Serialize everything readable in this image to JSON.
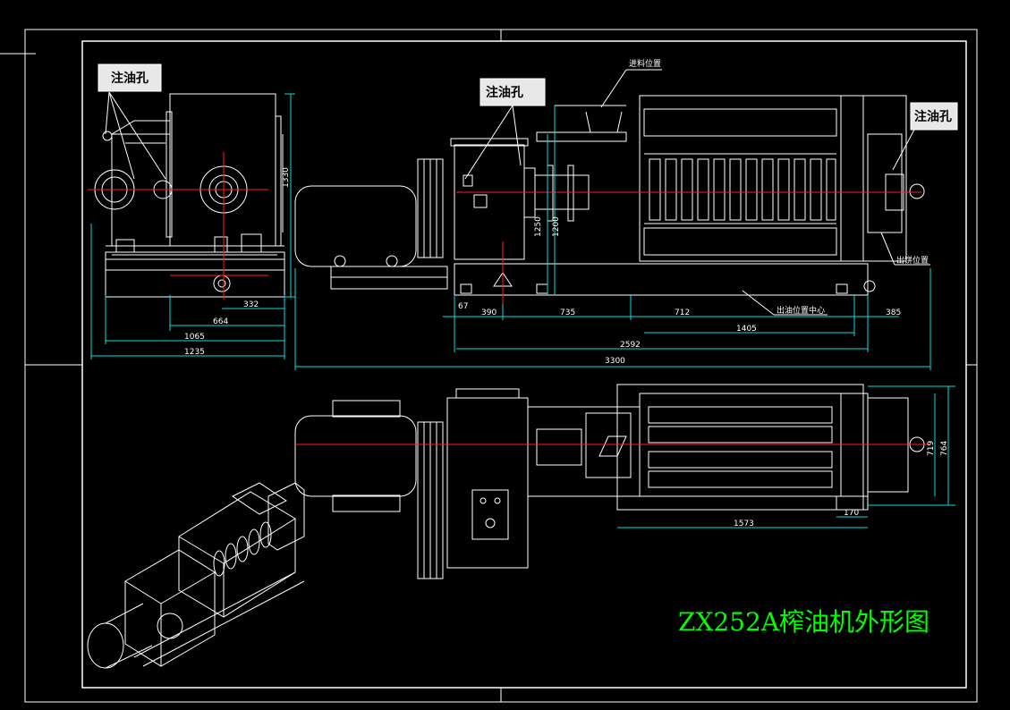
{
  "drawing": {
    "title": "ZX252A榨油机外形图",
    "callouts": {
      "oil_hole_left": "注油孔",
      "oil_hole_middle": "注油孔",
      "oil_hole_right": "注油孔"
    },
    "annotations": {
      "feed_position": "进料位置",
      "cake_position": "出饼位置",
      "oil_outlet_center": "出油位置中心"
    },
    "dimensions": {
      "side_332": "332",
      "side_664": "664",
      "side_1065": "1065",
      "side_1235": "1235",
      "side_height_1330": "1330",
      "front_67": "67",
      "front_390": "390",
      "front_735": "735",
      "front_712": "712",
      "front_385": "385",
      "front_1405": "1405",
      "front_2592": "2592",
      "front_3300": "3300",
      "front_h_1250": "1250",
      "front_h_1200": "1200",
      "top_1573": "1573",
      "top_170": "170",
      "top_719": "719",
      "top_764": "764"
    },
    "colors": {
      "background": "#000000",
      "linework": "#ffffff",
      "centerline": "#ff0000",
      "dimension_line": "#00ffff",
      "title": "#00ff00"
    }
  }
}
